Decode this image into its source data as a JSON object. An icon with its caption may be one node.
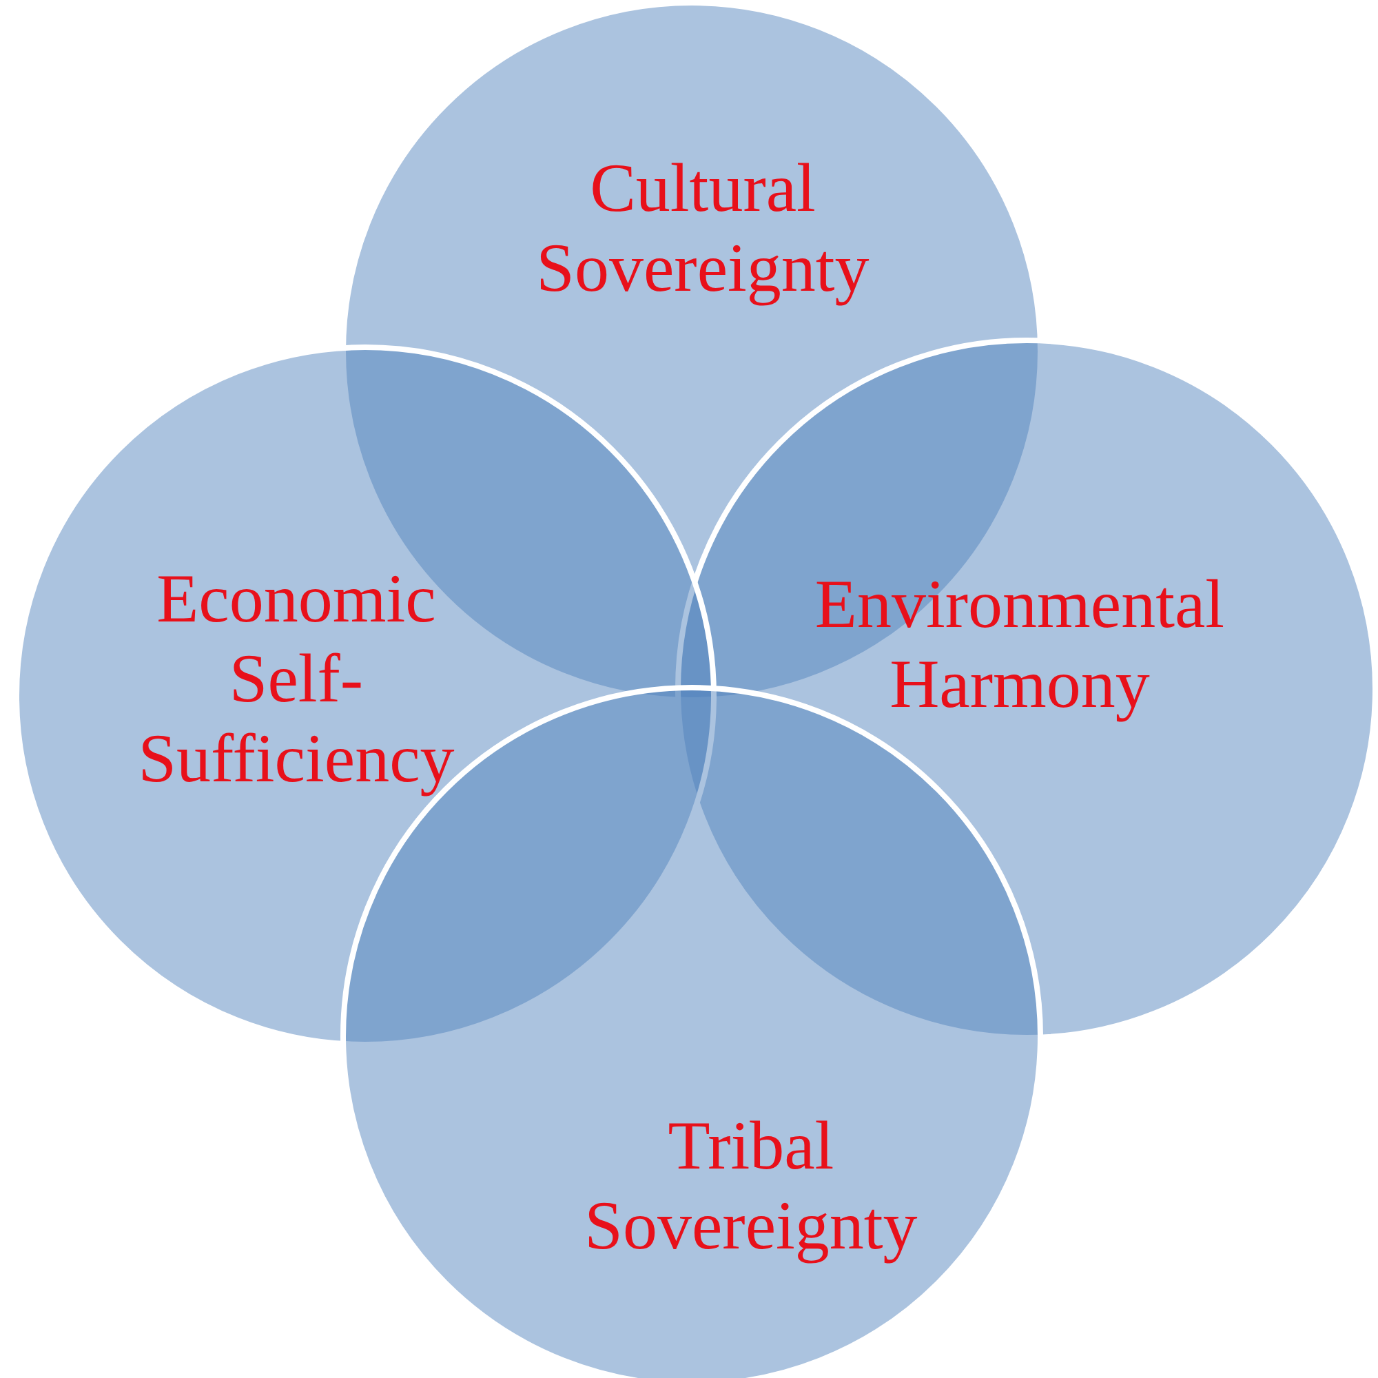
{
  "diagram": {
    "nodes": [
      {
        "text": [
          "Cultural Sovereignty"
        ]
      },
      {
        "text": [
          "Environmental Harmony"
        ]
      },
      {
        "text": [
          "Economic Self-Sufficiency"
        ]
      },
      {
        "text": [
          "Tribal Sovereignty"
        ]
      }
    ]
  }
}
